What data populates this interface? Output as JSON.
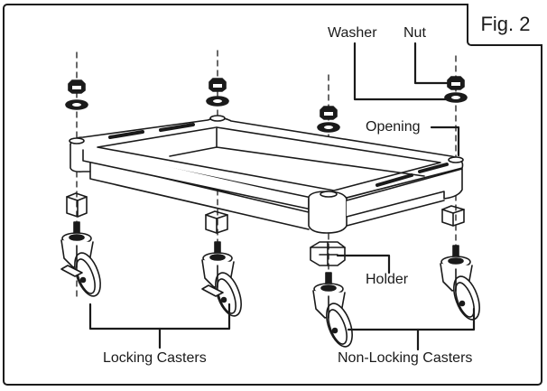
{
  "figure": {
    "label": "Fig. 2",
    "colors": {
      "line": "#1a1a1a",
      "background": "#ffffff"
    }
  },
  "callouts": {
    "washer": "Washer",
    "nut": "Nut",
    "opening": "Opening",
    "holder": "Holder",
    "locking_casters": "Locking Casters",
    "non_locking_casters": "Non-Locking Casters"
  },
  "parts": {
    "frame_name": "Base frame",
    "caster_count": 4,
    "locking_caster_count": 2,
    "non_locking_caster_count": 2
  }
}
